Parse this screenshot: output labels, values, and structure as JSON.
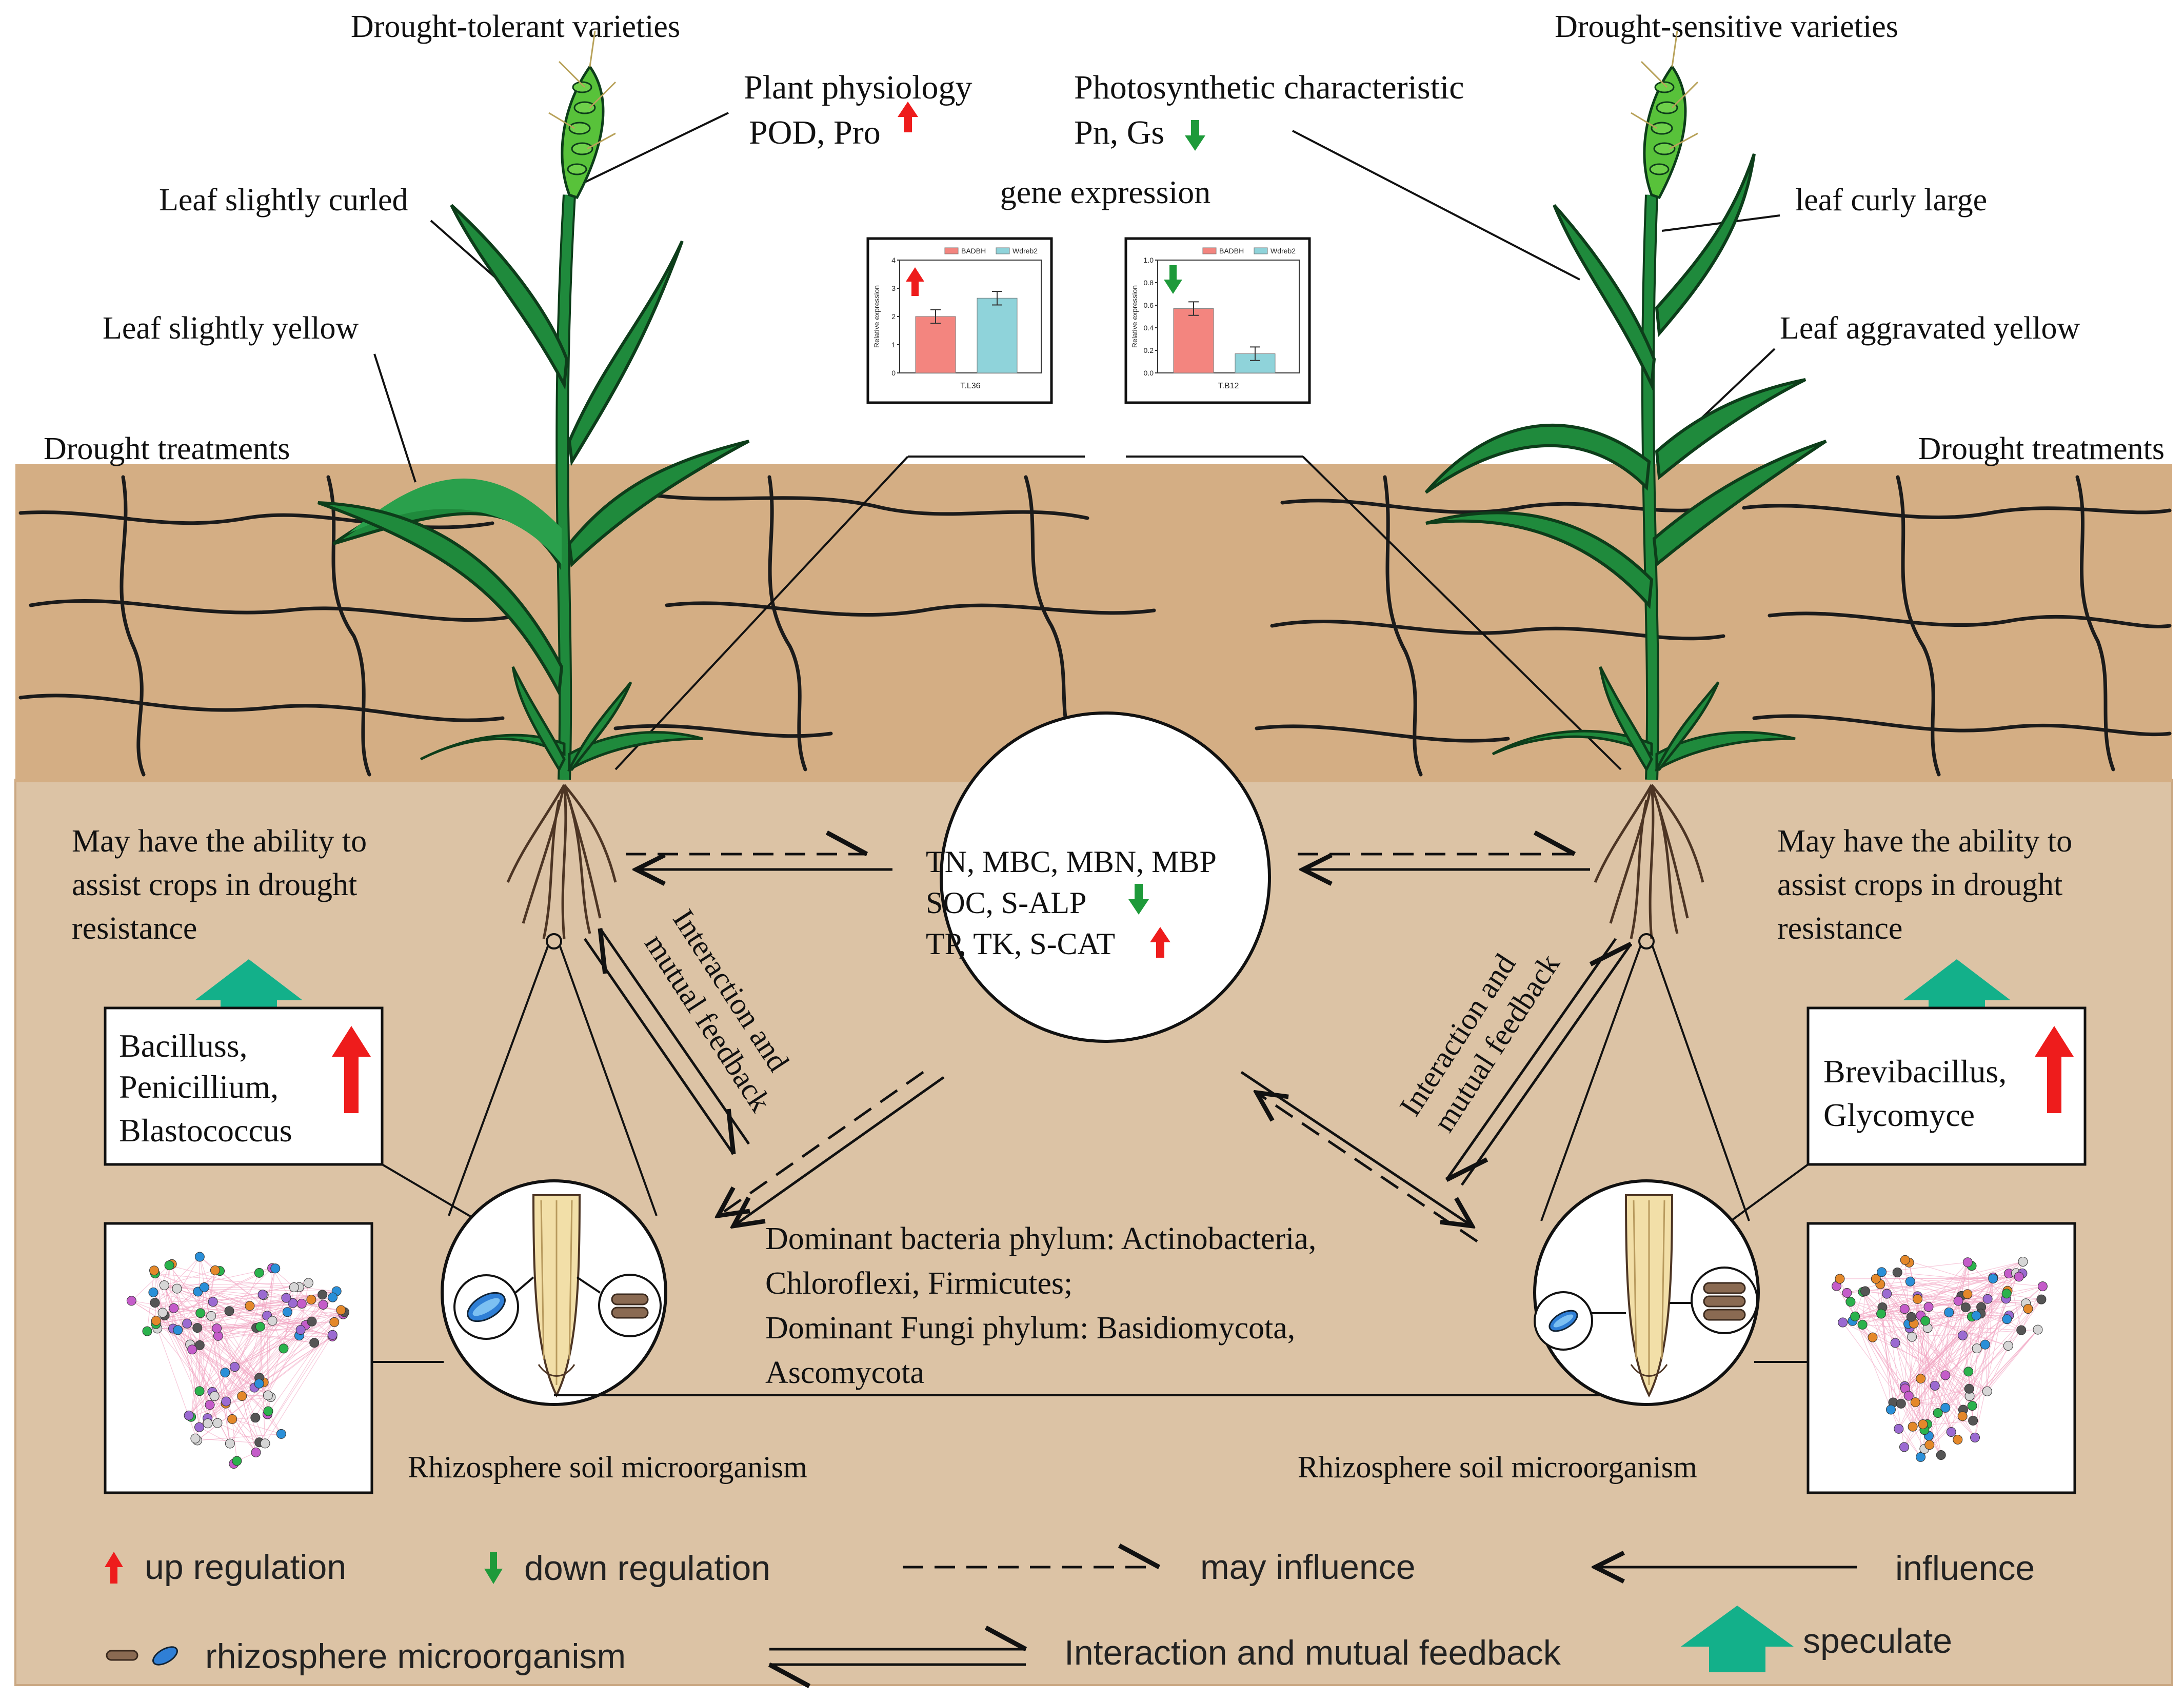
{
  "left": {
    "title": "Drought-tolerant varieties",
    "phys_line1": "Plant physiology",
    "phys_line2": "POD, Pro",
    "leaf_curl": "Leaf slightly curled",
    "leaf_yellow": "Leaf slightly yellow",
    "treatment": "Drought treatments",
    "ability": [
      "May have the ability to",
      "assist crops in drought",
      "resistance"
    ],
    "genera": [
      "Bacilluss,",
      "Penicillium,",
      "Blastococcus"
    ],
    "rhizo_label": "Rhizosphere soil microorganism"
  },
  "right": {
    "title": "Drought-sensitive varieties",
    "photo_line1": "Photosynthetic characteristic",
    "photo_line2": "Pn, Gs",
    "leaf_curl": "leaf curly large",
    "leaf_yellow": "Leaf aggravated yellow",
    "treatment": "Drought treatments",
    "ability": [
      "May have the ability to",
      "assist crops in drought",
      "resistance"
    ],
    "genera": [
      "Brevibacillus,",
      "Glycomyce"
    ],
    "rhizo_label": "Rhizosphere soil microorganism"
  },
  "gene_expression": {
    "title": "gene expression",
    "legend": [
      "BADBH",
      "Wdreb2"
    ],
    "ylabel": "Relative expression",
    "colors": {
      "BADBH": "#f3857f",
      "Wdreb2": "#8fd3da"
    }
  },
  "chart_data": [
    {
      "type": "bar",
      "title": "",
      "categories": [
        "T.L36"
      ],
      "series": [
        {
          "name": "BADBH",
          "values": [
            2.0
          ]
        },
        {
          "name": "Wdreb2",
          "values": [
            2.65
          ]
        }
      ],
      "xlabel": "T.L36",
      "ylabel": "Relative expression",
      "ylim": [
        0,
        4
      ],
      "yticks": [
        "0",
        "1",
        "2",
        "3",
        "4"
      ]
    },
    {
      "type": "bar",
      "title": "",
      "categories": [
        "T.B12"
      ],
      "series": [
        {
          "name": "BADBH",
          "values": [
            0.57
          ]
        },
        {
          "name": "Wdreb2",
          "values": [
            0.17
          ]
        }
      ],
      "xlabel": "T.B12",
      "ylabel": "Relative expression",
      "ylim": [
        0,
        1
      ],
      "yticks": [
        "0.0",
        "0.2",
        "0.4",
        "0.6",
        "0.8",
        "1.0"
      ]
    }
  ],
  "soil_circle": {
    "line1": "TN, MBC, MBN, MBP",
    "line2": "SOC, S-ALP",
    "line3": "TP, TK, S-CAT"
  },
  "interaction_label": [
    "Interaction and",
    "mutual feedback"
  ],
  "dominant": [
    "Dominant bacteria phylum: Actinobacteria,",
    "Chloroflexi, Firmicutes;",
    "Dominant Fungi phylum: Basidiomycota,",
    "Ascomycota"
  ],
  "legend": {
    "up": "up regulation",
    "down": "down regulation",
    "may_influence": "may influence",
    "influence": "influence",
    "rhizo": "rhizosphere microorganism",
    "interaction": "Interaction and mutual feedback",
    "speculate": "speculate"
  },
  "colors": {
    "up_arrow": "#ee1c1c",
    "down_arrow": "#1e9a3a",
    "speculate_arrow": "#13b08a",
    "soil_dry": "#d4ae84",
    "soil_lower": "#dcc3a5",
    "plant": "#1f8a3c",
    "network_edge": "#f2a5c2"
  }
}
